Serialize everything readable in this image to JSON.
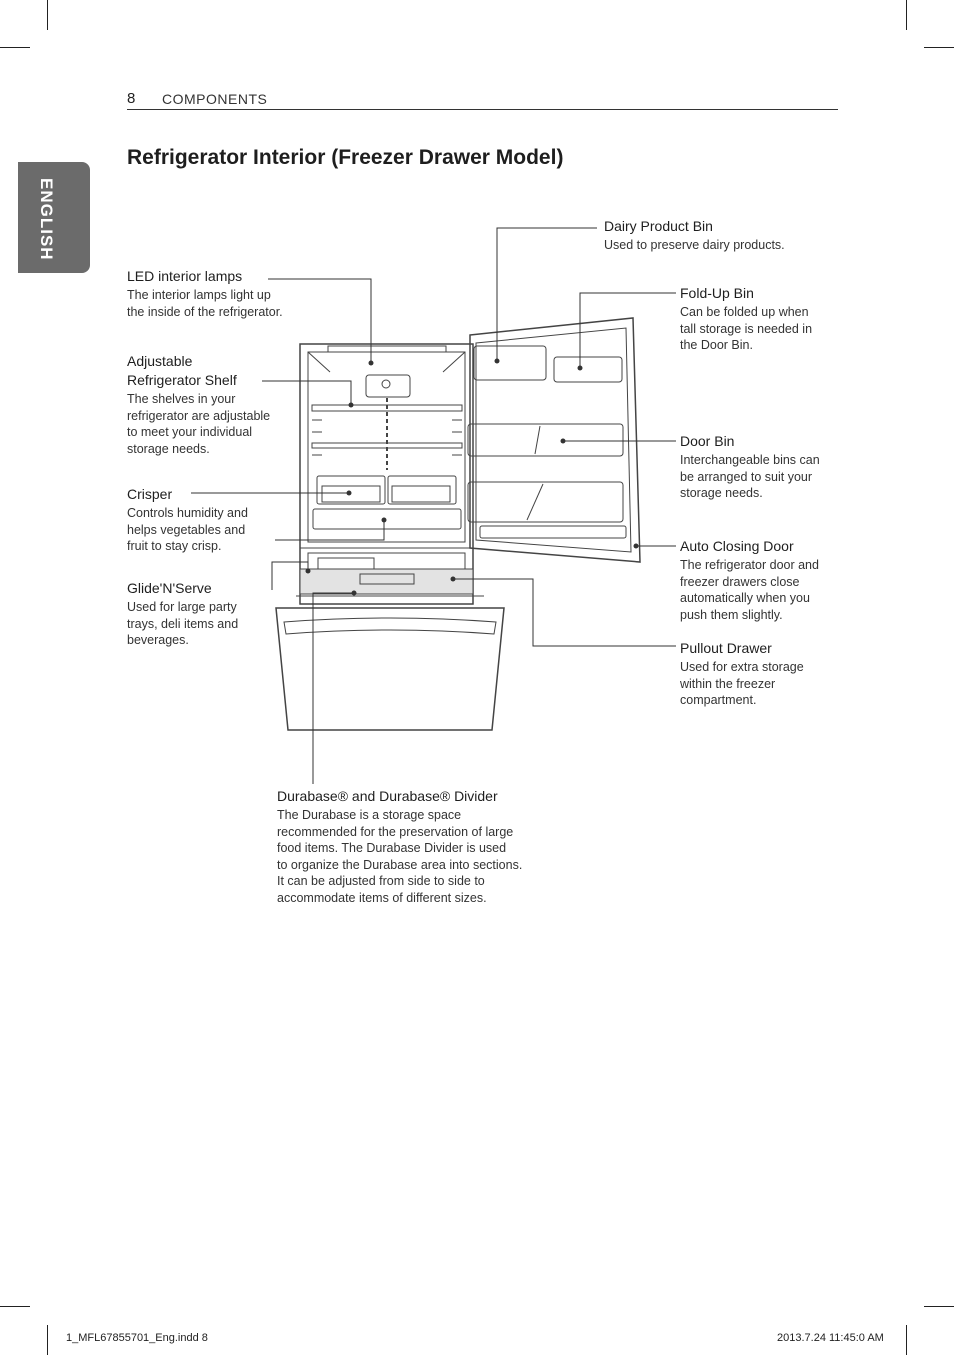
{
  "header": {
    "page_number": "8",
    "section": "COMPONENTS"
  },
  "side_tab": {
    "label": "ENGLISH"
  },
  "title": "Refrigerator Interior (Freezer Drawer Model)",
  "components": {
    "led_lamps": {
      "title": "LED interior lamps",
      "lines": [
        "The interior lamps light up",
        "the inside of the refrigerator."
      ]
    },
    "shelf": {
      "title_lines": [
        "Adjustable",
        "Refrigerator Shelf"
      ],
      "lines": [
        "The shelves in your",
        "refrigerator are adjustable",
        "to meet your individual",
        "storage needs."
      ]
    },
    "crisper": {
      "title": "Crisper",
      "lines": [
        "Controls humidity and",
        "helps vegetables and",
        "fruit to stay crisp."
      ]
    },
    "glide": {
      "title": "Glide'N'Serve",
      "lines": [
        "Used for large party",
        "trays, deli items and",
        "beverages."
      ]
    },
    "dairy": {
      "title": "Dairy Product Bin",
      "lines": [
        "Used to preserve dairy products."
      ]
    },
    "foldup": {
      "title": "Fold-Up Bin",
      "lines": [
        "Can be folded up when",
        "tall storage is needed in",
        "the Door Bin."
      ]
    },
    "doorbin": {
      "title": "Door Bin",
      "lines": [
        "Interchangeable bins can",
        "be arranged to suit your",
        "storage needs."
      ]
    },
    "autodoor": {
      "title": "Auto Closing Door",
      "lines": [
        "The refrigerator door and",
        "freezer drawers close",
        "automatically when you",
        "push them slightly."
      ]
    },
    "pullout": {
      "title": "Pullout Drawer",
      "lines": [
        "Used for extra storage",
        "within the freezer",
        "compartment."
      ]
    },
    "durabase": {
      "title": "Durabase® and Durabase® Divider",
      "lines": [
        "The Durabase is a storage space",
        "recommended for the preservation of large",
        "food items. The Durabase Divider is used",
        "to organize the Durabase area into sections.",
        "It can be adjusted from side to side to",
        "accommodate items of different sizes."
      ]
    }
  },
  "footer": {
    "file": "1_MFL67855701_Eng.indd   8",
    "timestamp": "2013.7.24   11:45:0 AM"
  }
}
